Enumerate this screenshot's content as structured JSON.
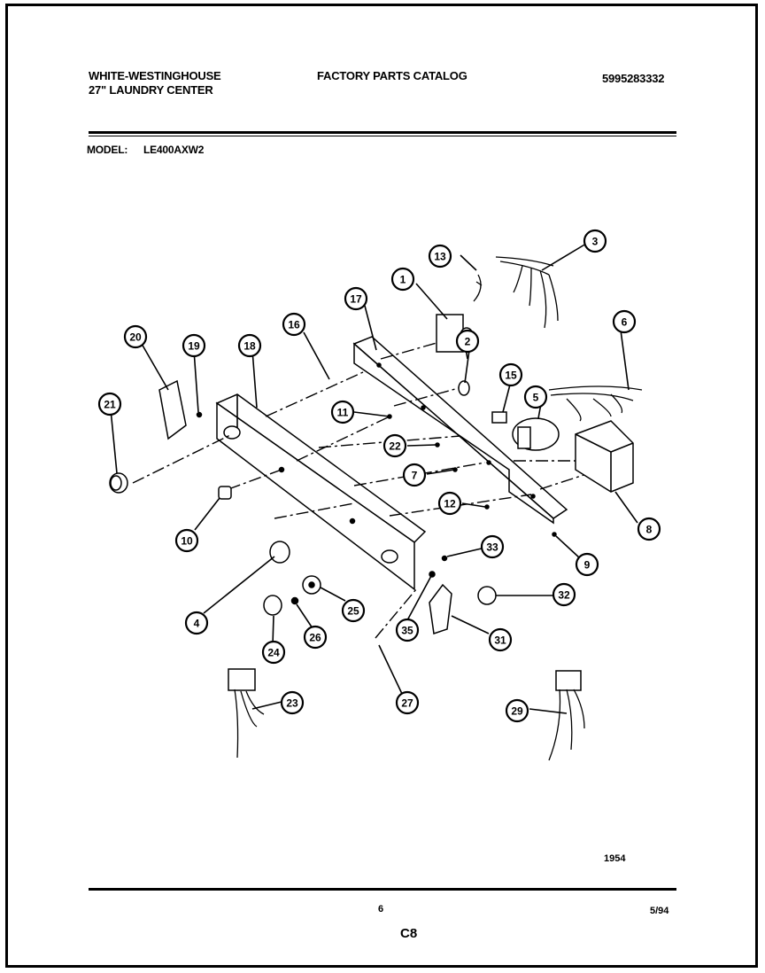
{
  "header": {
    "brand_line1": "WHITE-WESTINGHOUSE",
    "brand_line2": "27\" LAUNDRY CENTER",
    "catalog_title": "FACTORY PARTS CATALOG",
    "catalog_number": "5995283332",
    "model_label": "MODEL:",
    "model_value": "LE400AXW2"
  },
  "diagram": {
    "callouts": [
      "1",
      "2",
      "3",
      "4",
      "5",
      "6",
      "7",
      "8",
      "9",
      "10",
      "11",
      "12",
      "13",
      "15",
      "16",
      "17",
      "18",
      "19",
      "20",
      "21",
      "22",
      "23",
      "24",
      "25",
      "26",
      "27",
      "29",
      "31",
      "32",
      "33",
      "35"
    ],
    "figure_number": "1954"
  },
  "footer": {
    "page_number": "6",
    "date": "5/94",
    "section_code": "C8"
  }
}
